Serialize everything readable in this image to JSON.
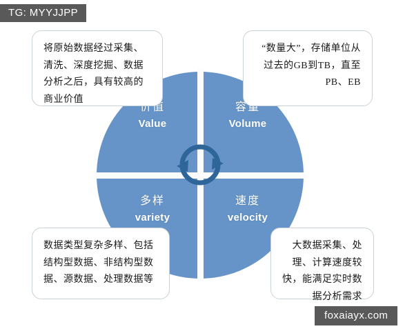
{
  "watermarks": {
    "top_badge": "TG: MYYJJPP",
    "bottom_badge": "foxaiayx.com"
  },
  "diagram": {
    "circle_color": "#6694c8",
    "divider_color": "#fbfcfd",
    "center_icon": "cycle-arrows-icon",
    "quadrants": [
      {
        "id": "value",
        "cn": "价值",
        "en": "Value",
        "description": "将原始数据经过采集、清洗、深度挖掘、数据分析之后，具有较高的商业价值"
      },
      {
        "id": "volume",
        "cn": "容量",
        "en": "Volume",
        "description": "“数量大”，存储单位从过去的GB到TB，直至PB、EB"
      },
      {
        "id": "variety",
        "cn": "多样",
        "en": "variety",
        "description": "数据类型复杂多样、包括结构型数据、非结构型数据、源数据、处理数据等"
      },
      {
        "id": "velocity",
        "cn": "速度",
        "en": "velocity",
        "description": "大数据采集、处理、计算速度较快，能满足实时数据分析需求"
      }
    ]
  }
}
